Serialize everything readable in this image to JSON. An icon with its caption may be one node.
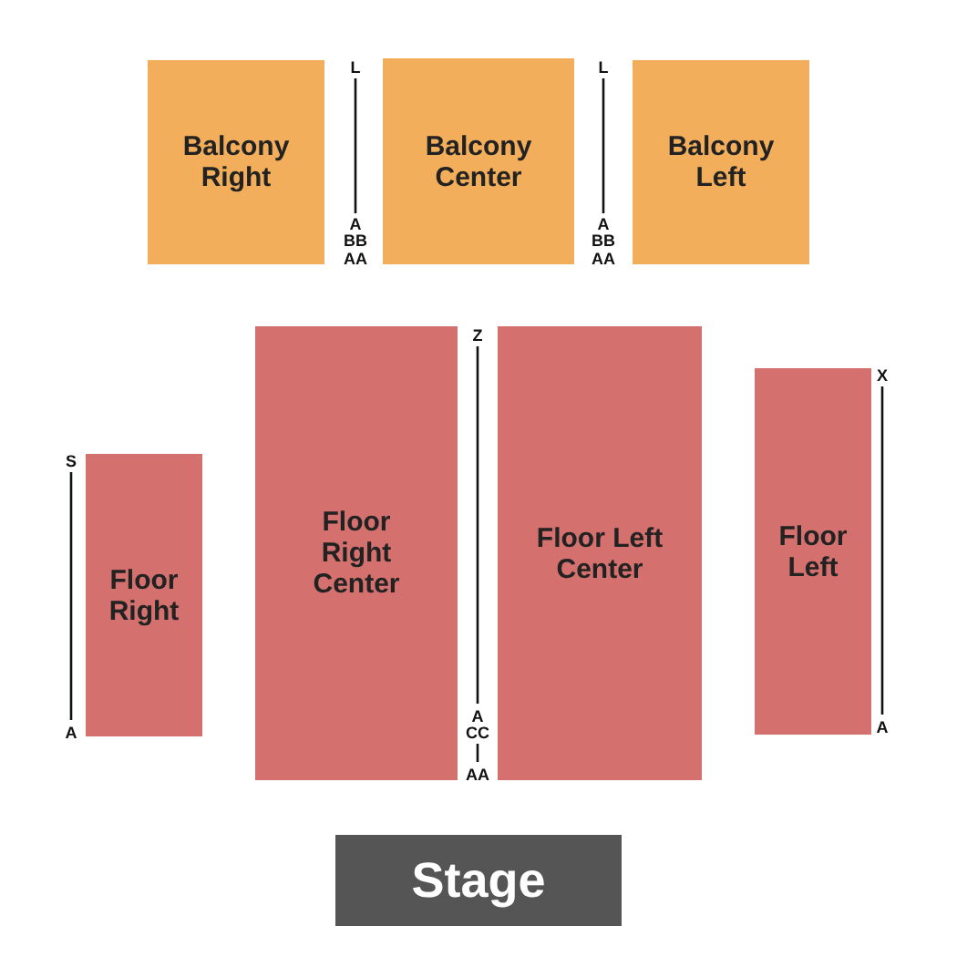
{
  "diagram": {
    "nodes": [
      {
        "text": [
          "Balcony Right"
        ]
      },
      {
        "text": [
          "Balcony Center"
        ]
      },
      {
        "text": [
          "Balcony Left"
        ]
      },
      {
        "text": [
          "Floor Right"
        ]
      },
      {
        "text": [
          "Floor Right Center"
        ]
      },
      {
        "text": [
          "Floor Left Center"
        ]
      },
      {
        "text": [
          "Floor Left"
        ]
      },
      {
        "text": [
          "Stage"
        ]
      }
    ],
    "labels": [
      "L",
      "L",
      "A",
      "BB",
      "AA",
      "A",
      "BB",
      "AA",
      "Z",
      "X",
      "S",
      "A",
      "CC",
      "AA",
      "A",
      "A"
    ]
  }
}
